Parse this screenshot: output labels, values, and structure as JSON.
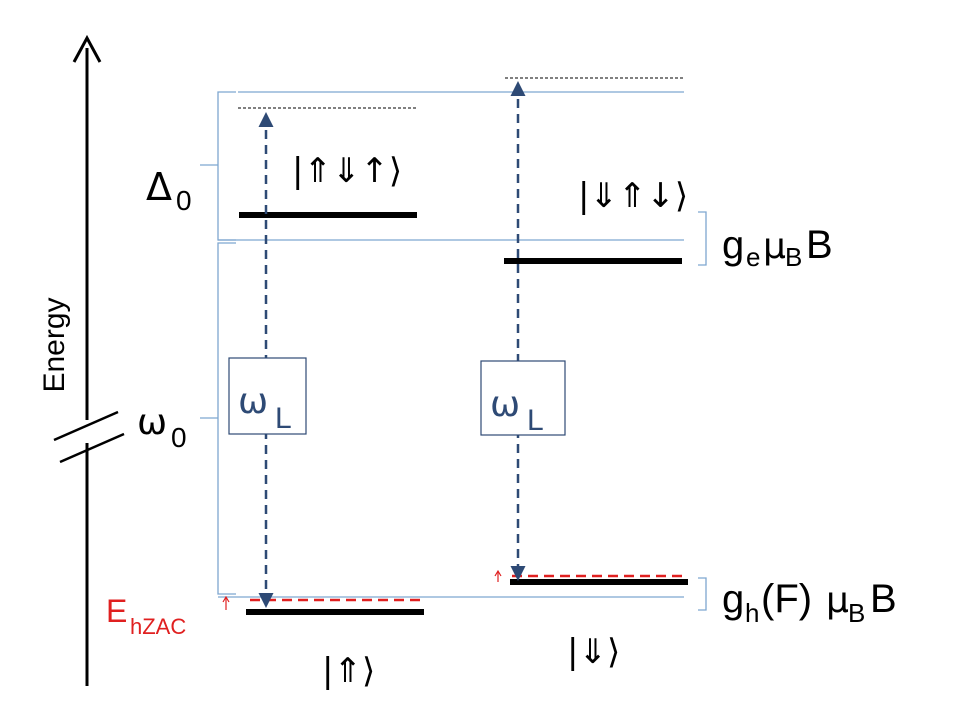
{
  "axis": {
    "label": "Energy"
  },
  "colors": {
    "level": "#000000",
    "transition": "#2e4a75",
    "guide": "#7ea6d0",
    "zac": "#e02020",
    "omega_text": "#2e4a75"
  },
  "labels": {
    "delta": {
      "main": "Δ",
      "sub": "0"
    },
    "omega0": {
      "main": "ω",
      "sub": "0"
    },
    "ge_muB_B": {
      "g": "g",
      "g_sub": "e",
      "mu": "μ",
      "mu_sub": "B",
      "B": "B"
    },
    "gh_muB_B": {
      "g": "g",
      "g_sub": "h",
      "F": "(F)",
      "mu": "μ",
      "mu_sub": "B",
      "B": "B"
    },
    "ehzac": {
      "main": "E",
      "sub": "hZAC"
    },
    "omegaL_left": {
      "main": "ω",
      "sub": "L"
    },
    "omegaL_right": {
      "main": "ω",
      "sub": "L"
    }
  },
  "kets": {
    "excited_left": "|⇑⇓↑⟩",
    "excited_right": "|⇓⇑↓⟩",
    "ground_left": "|⇑⟩",
    "ground_right": "|⇓⟩"
  }
}
